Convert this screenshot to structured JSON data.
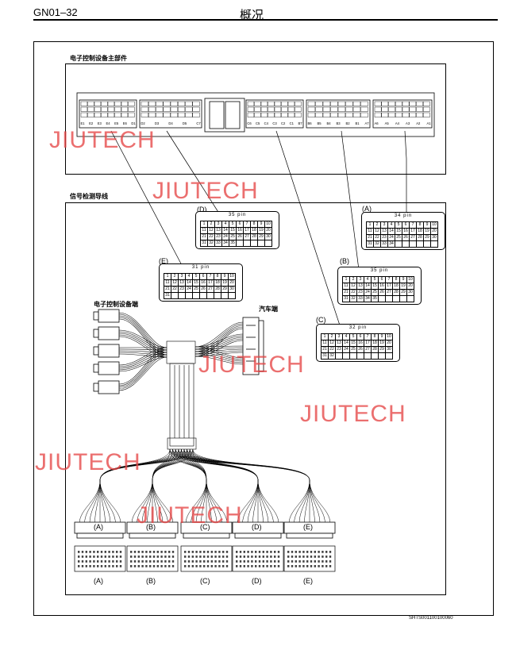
{
  "header": {
    "code": "GN01–32",
    "title": "概况"
  },
  "sections": {
    "ecu": "电子控制设备主部件",
    "cable": "信号检测导线",
    "ecu_end": "电子控制设备端",
    "car_end": "汽车端"
  },
  "top_connector_pins": [
    "E1",
    "E2",
    "E3",
    "E4",
    "E5",
    "E6",
    "D1",
    "D2",
    "D3",
    "D4",
    "D5",
    "C7",
    "C6",
    "C5",
    "C4",
    "C3",
    "C2",
    "C1",
    "B7",
    "B6",
    "B5",
    "B4",
    "B3",
    "B2",
    "B1",
    "A7",
    "A6",
    "A5",
    "A4",
    "A3",
    "A2",
    "A1"
  ],
  "connectors": [
    {
      "letter": "(D)",
      "pin_label": "35  pin",
      "rows": [
        [
          "1",
          "2",
          "3",
          "4",
          "5",
          "6",
          "7",
          "8",
          "9",
          "10"
        ],
        [
          "11",
          "12",
          "13",
          "14",
          "15",
          "16",
          "17",
          "18",
          "19",
          "20"
        ],
        [
          "21",
          "22",
          "23",
          "24",
          "25",
          "26",
          "27",
          "28",
          "29",
          "30"
        ],
        [
          "31",
          "32",
          "33",
          "34",
          "35",
          "",
          "",
          "",
          "",
          ""
        ]
      ]
    },
    {
      "letter": "(A)",
      "pin_label": "34  pin",
      "rows": [
        [
          "1",
          "2",
          "3",
          "4",
          "5",
          "6",
          "7",
          "8",
          "9",
          "10"
        ],
        [
          "11",
          "12",
          "13",
          "14",
          "15",
          "16",
          "17",
          "18",
          "19",
          "20"
        ],
        [
          "21",
          "22",
          "23",
          "24",
          "25",
          "26",
          "27",
          "28",
          "29",
          "30"
        ],
        [
          "31",
          "32",
          "33",
          "34",
          "",
          "",
          "",
          "",
          "",
          ""
        ]
      ]
    },
    {
      "letter": "(E)",
      "pin_label": "31  pin",
      "rows": [
        [
          "1",
          "2",
          "3",
          "4",
          "5",
          "6",
          "7",
          "8",
          "9",
          "10"
        ],
        [
          "11",
          "12",
          "13",
          "14",
          "15",
          "16",
          "17",
          "18",
          "19",
          "20"
        ],
        [
          "21",
          "22",
          "23",
          "24",
          "25",
          "26",
          "27",
          "28",
          "29",
          "30"
        ],
        [
          "31",
          "",
          "",
          "",
          "",
          "",
          "",
          "",
          "",
          ""
        ]
      ]
    },
    {
      "letter": "(B)",
      "pin_label": "35  pin",
      "rows": [
        [
          "1",
          "2",
          "3",
          "4",
          "5",
          "6",
          "7",
          "8",
          "9",
          "10"
        ],
        [
          "11",
          "12",
          "13",
          "14",
          "15",
          "16",
          "17",
          "18",
          "19",
          "20"
        ],
        [
          "21",
          "22",
          "23",
          "24",
          "25",
          "26",
          "27",
          "28",
          "29",
          "30"
        ],
        [
          "31",
          "32",
          "33",
          "34",
          "35",
          "",
          "",
          "",
          "",
          ""
        ]
      ]
    },
    {
      "letter": "(C)",
      "pin_label": "32  pin",
      "rows": [
        [
          "1",
          "2",
          "3",
          "4",
          "5",
          "6",
          "7",
          "8",
          "9",
          "10"
        ],
        [
          "11",
          "12",
          "13",
          "14",
          "15",
          "16",
          "17",
          "18",
          "19",
          "20"
        ],
        [
          "21",
          "22",
          "23",
          "24",
          "25",
          "26",
          "27",
          "28",
          "29",
          "30"
        ],
        [
          "31",
          "32",
          "",
          "",
          "",
          "",
          "",
          "",
          "",
          ""
        ]
      ]
    }
  ],
  "bottom_labels": [
    "(A)",
    "(B)",
    "(C)",
    "(D)",
    "(E)"
  ],
  "footer_code": "SHTS001100100060",
  "watermark": "JIUTECH"
}
